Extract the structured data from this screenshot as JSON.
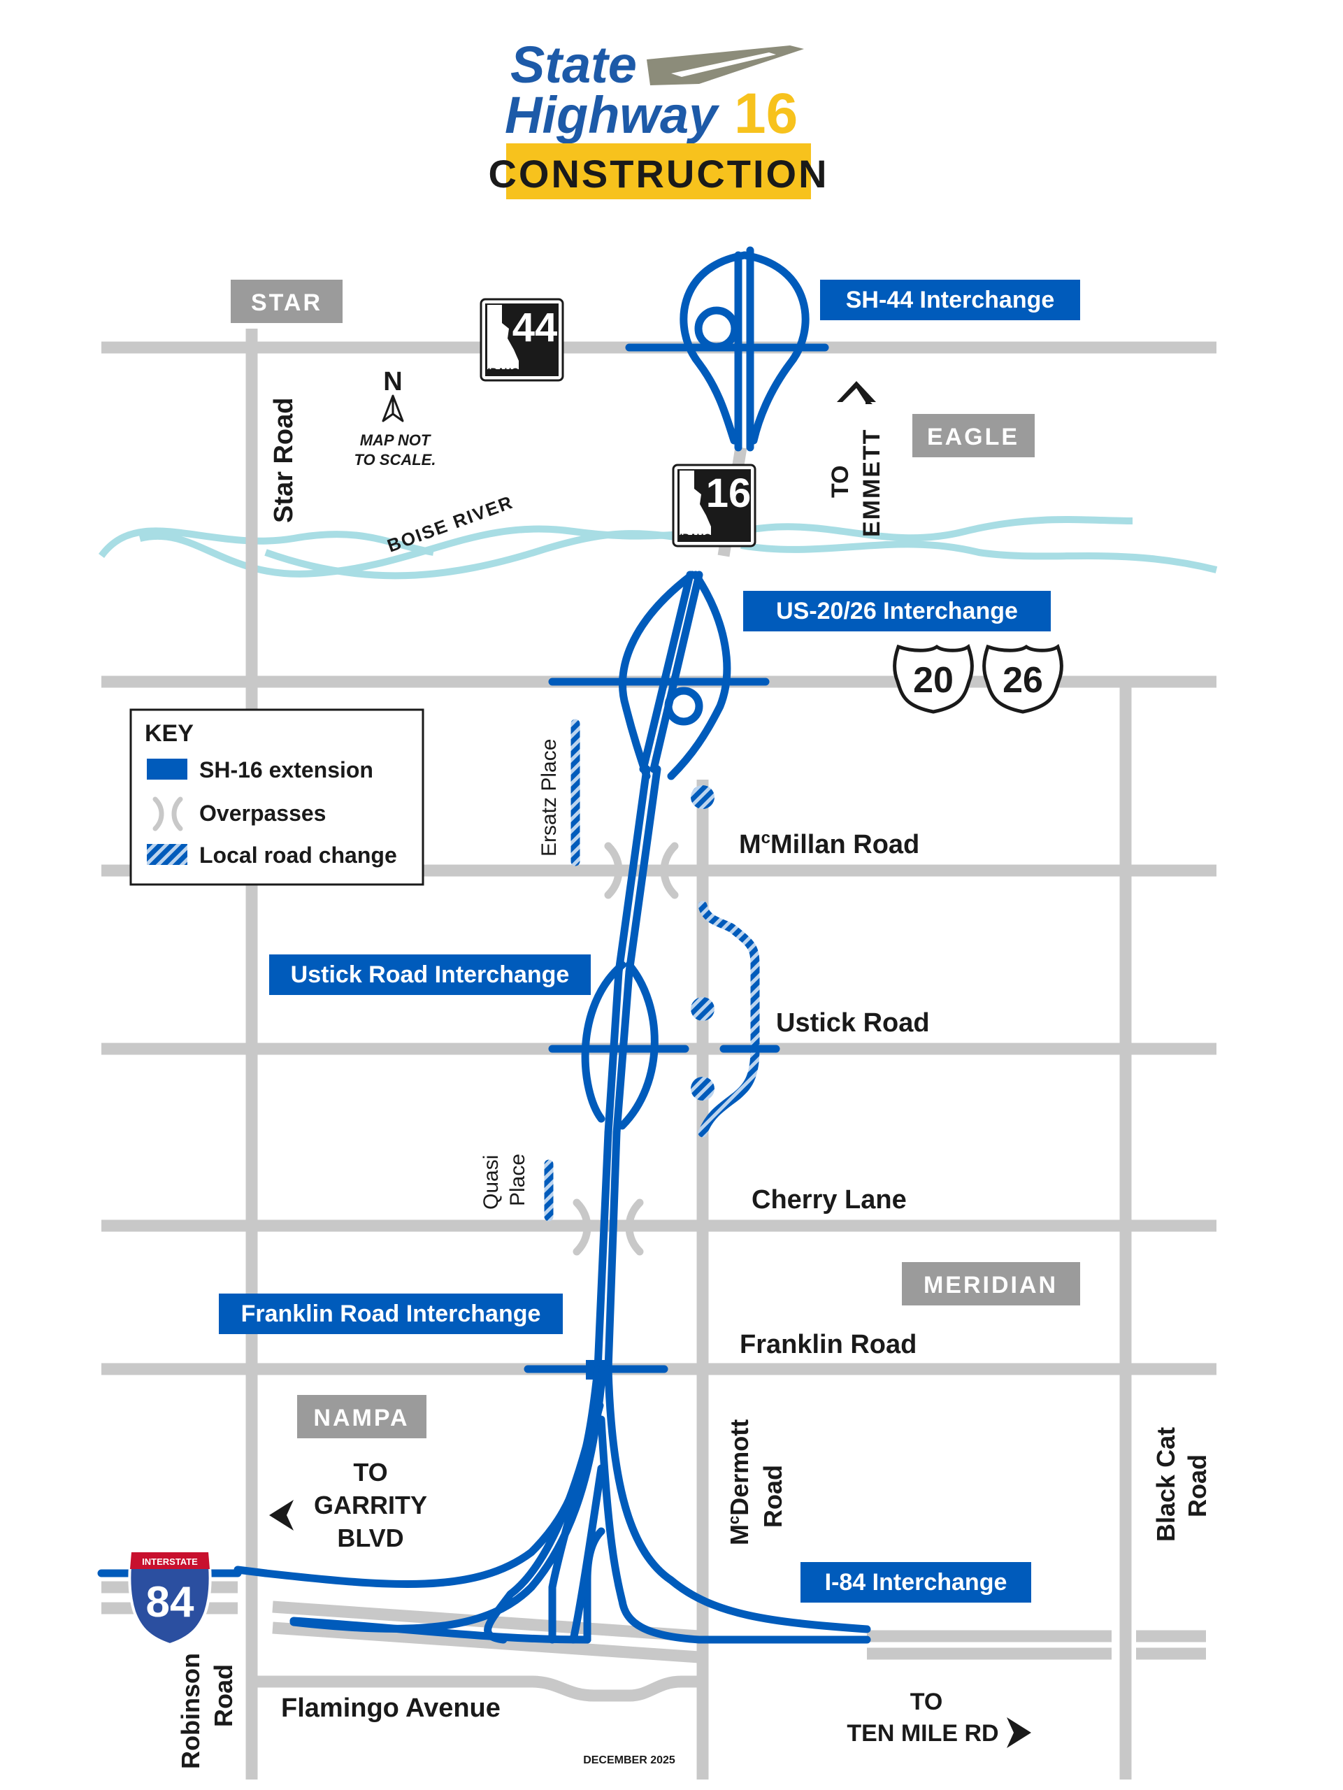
{
  "header": {
    "logo_line1": "State",
    "logo_line2": "Highway",
    "logo_number": "16",
    "logo_banner": "CONSTRUCTION"
  },
  "cities": {
    "star": "STAR",
    "eagle": "EAGLE",
    "meridian": "MERIDIAN",
    "nampa": "NAMPA"
  },
  "interchanges": {
    "sh44": "SH-44 Interchange",
    "us2026": "US-20/26 Interchange",
    "ustick": "Ustick Road Interchange",
    "franklin": "Franklin Road Interchange",
    "i84": "I-84 Interchange"
  },
  "roads": {
    "star_road": "Star Road",
    "mcmillan_prefix": "M",
    "mcmillan_sup": "c",
    "mcmillan_rest": "Millan Road",
    "ustick_road": "Ustick Road",
    "cherry_lane": "Cherry Lane",
    "franklin_road": "Franklin Road",
    "mcdermott_prefix": "M",
    "mcdermott_sup": "c",
    "mcdermott_rest": "Dermott",
    "mcdermott_line2": "Road",
    "black_cat_line1": "Black Cat",
    "black_cat_line2": "Road",
    "robinson_line1": "Robinson",
    "robinson_line2": "Road",
    "flamingo": "Flamingo Avenue",
    "ersatz": "Ersatz Place",
    "quasi_line1": "Quasi",
    "quasi_line2": "Place",
    "boise_river": "BOISE RIVER"
  },
  "shields": {
    "sh44_number": "44",
    "sh16_number": "16",
    "state_label": "IDAHO",
    "us20": "20",
    "us26": "26",
    "interstate_label": "INTERSTATE",
    "i84": "84"
  },
  "north": {
    "letter": "N",
    "note_line1": "MAP NOT",
    "note_line2": "TO SCALE."
  },
  "destinations": {
    "emmett_line1": "TO",
    "emmett_line2": "EMMETT",
    "garrity_line1": "TO",
    "garrity_line2": "GARRITY",
    "garrity_line3": "BLVD",
    "tenmile_line1": "TO",
    "tenmile_line2": "TEN MILE RD"
  },
  "key": {
    "title": "KEY",
    "item1": "SH-16 extension",
    "item2": "Overpasses",
    "item3": "Local road change"
  },
  "footer": {
    "date": "DECEMBER 2025"
  },
  "colors": {
    "highway_blue": "#005bbb",
    "road_gray": "#c8c8c8",
    "river": "#a8dde4",
    "city_badge": "#9b9b9b",
    "logo_yellow": "#f7c21d"
  }
}
